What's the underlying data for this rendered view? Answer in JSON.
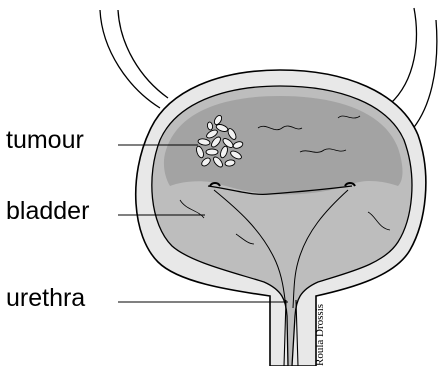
{
  "labels": {
    "tumour": "tumour",
    "bladder": "bladder",
    "urethra": "urethra"
  },
  "credit": "Roula Drossis",
  "colors": {
    "bladder_wall": "#e6e6e6",
    "bladder_interior": "#b4b4b4",
    "bladder_dome": "#9c9c9c",
    "tumour": "#f2f2f2",
    "outline": "#000000"
  }
}
